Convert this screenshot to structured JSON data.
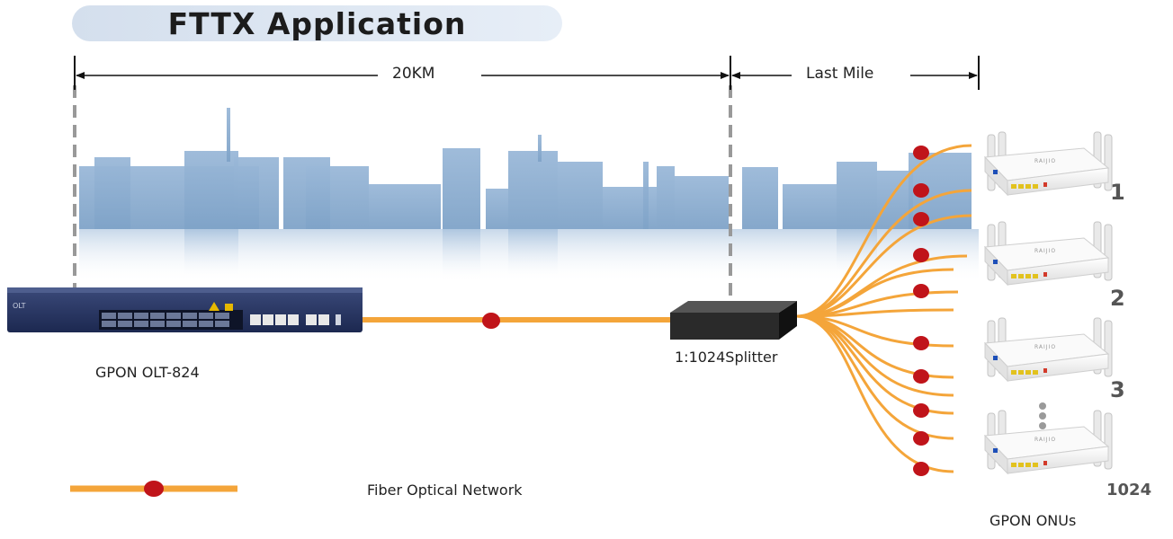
{
  "title": "FTTX Application",
  "distance": {
    "span": "20KM",
    "last_mile": "Last Mile"
  },
  "olt": {
    "label": "GPON OLT-824",
    "brand": "OLT"
  },
  "splitter": {
    "label": "1:1024Splitter"
  },
  "onus": {
    "label": "GPON ONUs",
    "numbers": [
      "1",
      "2",
      "3",
      "1024"
    ],
    "brand": "RAIJIO"
  },
  "legend": {
    "label": "Fiber Optical Network"
  },
  "colors": {
    "fiber": "#f4a53a",
    "node": "#c0141a",
    "city": "#8fb0d2",
    "olt_body": "#2b3a66",
    "splitter": "#222222"
  },
  "icons": {
    "olt": "olt-device-icon",
    "splitter": "splitter-box-icon",
    "onu": "router-icon",
    "skyline": "city-skyline-icon"
  }
}
